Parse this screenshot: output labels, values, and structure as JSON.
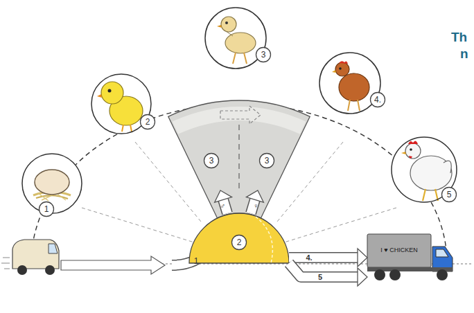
{
  "diagram": {
    "nodes": [
      {
        "text": [
          "1"
        ]
      },
      {
        "text": [
          "2"
        ]
      },
      {
        "text": [
          "3"
        ]
      },
      {
        "text": [
          "4."
        ]
      },
      {
        "text": [
          "5"
        ]
      },
      {
        "text": [
          "3",
          "3"
        ]
      },
      {
        "text": [
          "2"
        ]
      },
      {
        "text": [
          "I ♥ CHICKEN"
        ]
      }
    ],
    "edges": [
      {
        "from": 6,
        "to": 5,
        "arrow": "to",
        "label": "♂"
      },
      {
        "from": 6,
        "to": 5,
        "arrow": "to",
        "label": "♀"
      },
      {
        "from": 6,
        "to": 7,
        "arrow": "to",
        "label": "4."
      },
      {
        "from": 6,
        "to": 7,
        "arrow": "to",
        "label": "5"
      }
    ],
    "labels": [
      "Th",
      "n",
      "1"
    ]
  }
}
